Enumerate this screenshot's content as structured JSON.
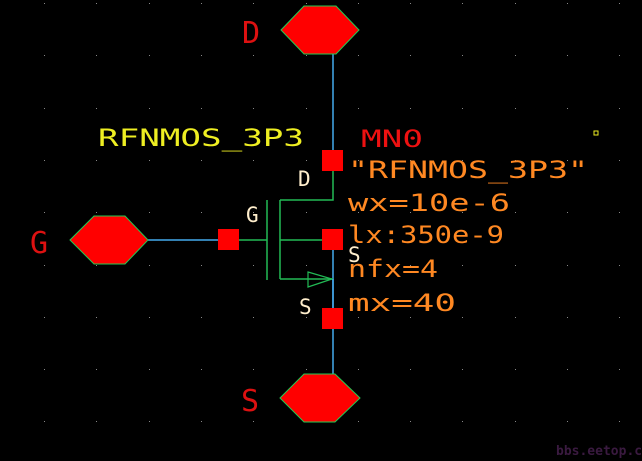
{
  "schematic": {
    "background": "#000000",
    "colors": {
      "pin_fill": "#ff0000",
      "pin_outline": "#22cc55",
      "wire": "#44aaee",
      "device": "#22bb55",
      "pin_label": "#dd1111",
      "device_pin_label": "#ffeecc",
      "cell_name": "#eeee22",
      "instance_name": "#ee1111",
      "params": "#ff8822",
      "grid_dot": "#888888",
      "selection_marker": "#eeee22",
      "watermark": "#3a1a40"
    },
    "pins": [
      {
        "id": "pin-d",
        "label": "D",
        "direction": "top"
      },
      {
        "id": "pin-g",
        "label": "G",
        "direction": "left"
      },
      {
        "id": "pin-s",
        "label": "S",
        "direction": "bottom"
      }
    ],
    "device": {
      "cell_name": "RFNMOS_3P3",
      "instance_name": "MN0",
      "model_name": "\"RFNMOS_3P3\"",
      "terminal_labels": {
        "drain": "D",
        "gate": "G",
        "source": "S",
        "body": "S"
      },
      "parameters": [
        "wx=10e-6",
        "lx:350e-9",
        "nfx=4",
        "mx=40"
      ]
    },
    "watermark": "bbs.eetop.cn"
  }
}
